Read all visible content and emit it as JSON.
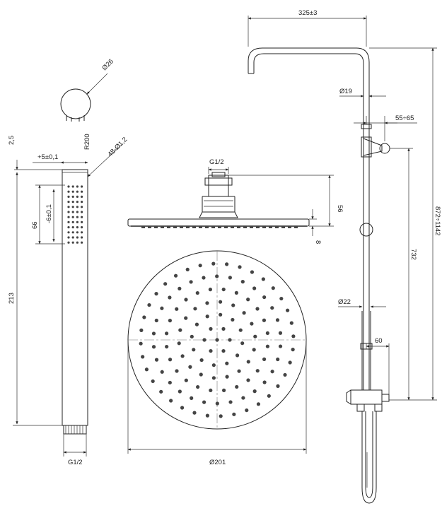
{
  "dimensions": {
    "arm_width": "325±3",
    "riser_diameter": "Ø19",
    "holder_offset": "55÷65",
    "total_height": "872÷1142",
    "holder_height": "732",
    "bar_diameter": "Ø22",
    "valve_offset": "60",
    "head_thread": "G1/2",
    "head_height": "56",
    "plate_thickness": "8",
    "head_diameter": "Ø201",
    "handle_end_diameter": "Ø26",
    "handle_radius": "R200",
    "nozzles": "48-Ø1,2",
    "wall_depth": "2,5",
    "handle_length": "213",
    "spray_length": "66",
    "spray_width": "+5±0,1",
    "spray_inner": "-6±0,1",
    "handle_thread": "G1/2"
  }
}
